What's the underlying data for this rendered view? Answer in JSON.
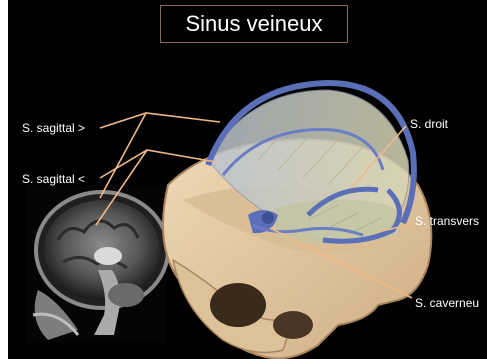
{
  "slide": {
    "title": "Sinus veineux",
    "labels": {
      "sagittal_sup": "S. sagittal >",
      "sagittal_inf": "S. sagittal <",
      "droit": "S. droit",
      "transvers": "S. transvers",
      "caverneux": "S. caverneu"
    }
  },
  "colors": {
    "background": "#000000",
    "title_border": "#8a6a52",
    "pointer_lines": "#f0b887",
    "bone": "#e3caa1",
    "sinus_blue": "#5a6fb8",
    "membrane": "#c9c9b4"
  },
  "illustrations": [
    "sagittal-mri-image",
    "skull-dural-sinus-illustration"
  ]
}
